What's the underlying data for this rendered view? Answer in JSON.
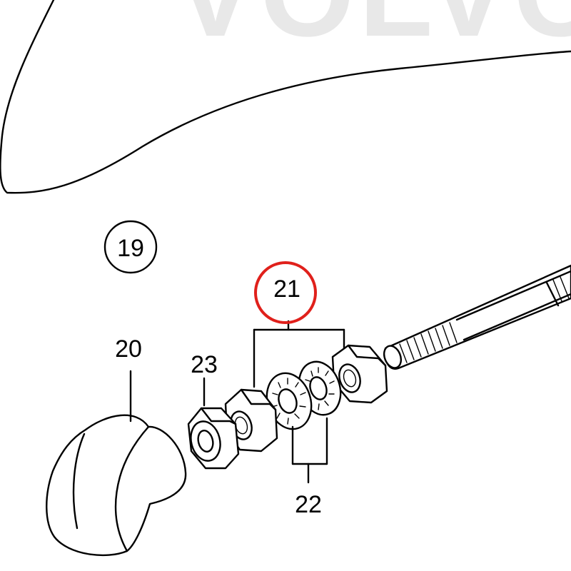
{
  "watermark": "VOLVO",
  "callouts": {
    "c19": "19",
    "c20": "20",
    "c21": "21",
    "c22": "22",
    "c23": "23"
  },
  "highlight_color": "#e0201b"
}
